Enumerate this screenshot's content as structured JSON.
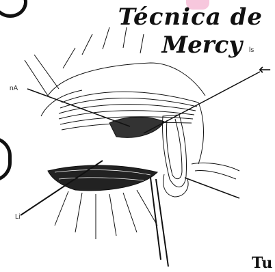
{
  "title": {
    "line1": "Técnica de",
    "line2": "Mercy"
  },
  "labels": {
    "top": "ls",
    "left": "nA",
    "bottom_left": "Li"
  },
  "corner_glyph": "Tu",
  "colors": {
    "ink": "#111111",
    "accent": "#f7c7dd",
    "background": "#ffffff"
  }
}
